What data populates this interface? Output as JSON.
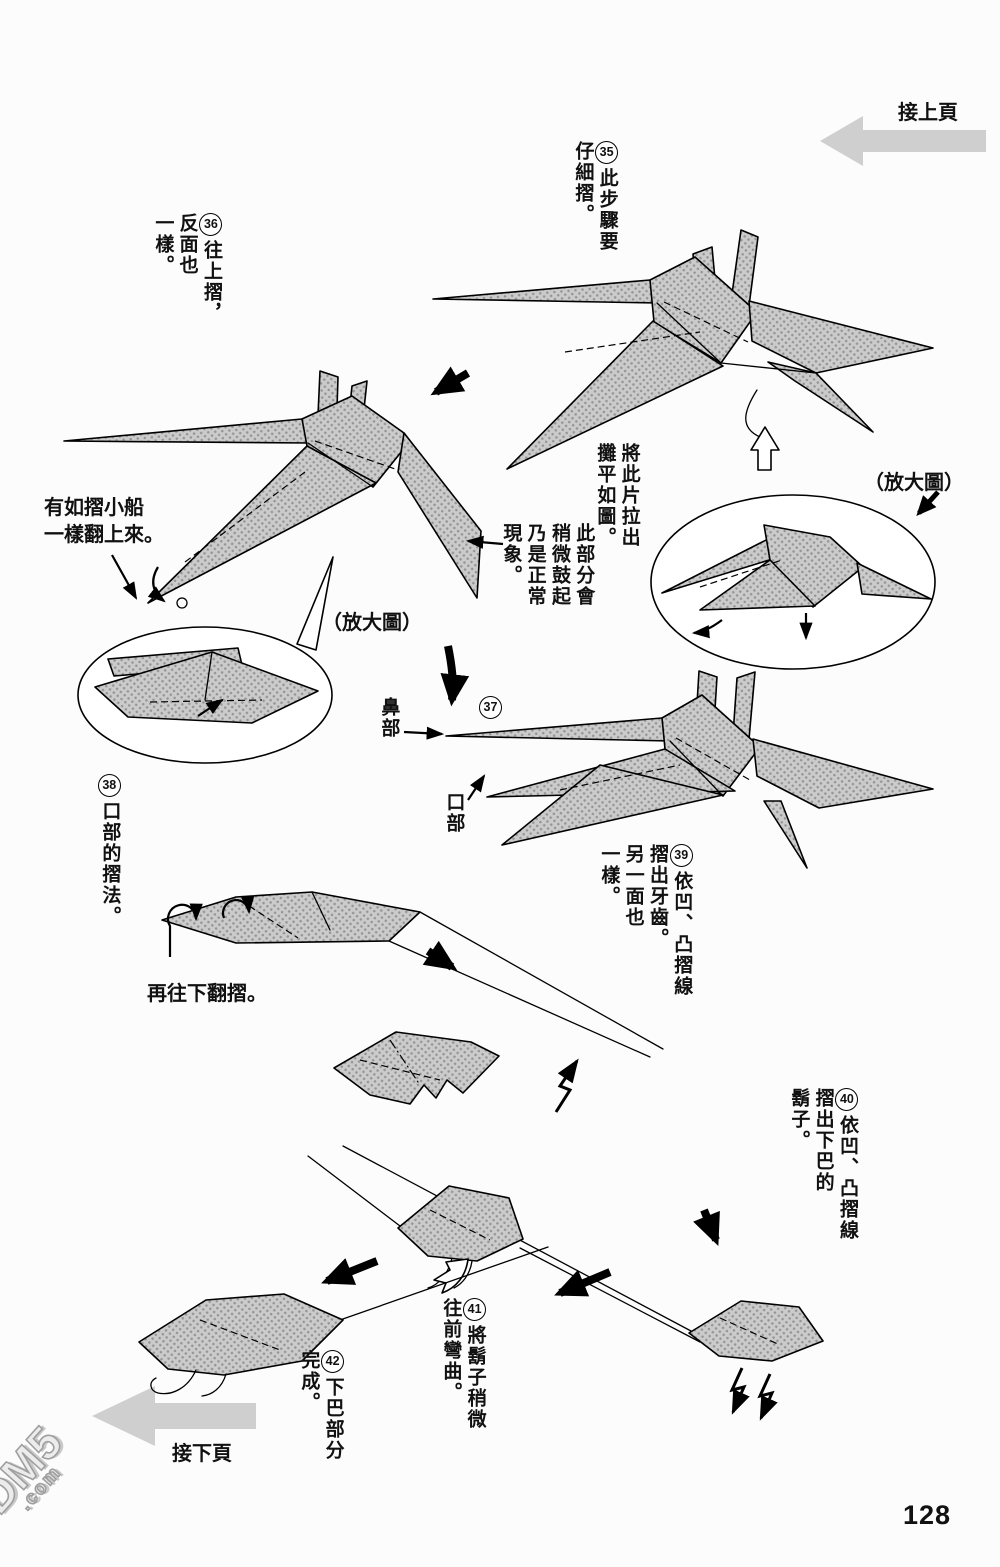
{
  "page": {
    "number": "128",
    "prev_label": "接上頁",
    "next_label": "接下頁",
    "watermark": "DM5",
    "watermark_suffix": ".com"
  },
  "steps": {
    "s35": {
      "num": "35",
      "text": "此步驟要\n仔細摺。"
    },
    "s36": {
      "num": "36",
      "text": "往上摺，\n反面也\n一樣。"
    },
    "s37": {
      "num": "37"
    },
    "s38": {
      "num": "38",
      "text": "口部的摺法。"
    },
    "s39": {
      "num": "39",
      "text": "依凹、凸摺線\n摺出牙齒。\n另一面也\n一樣。"
    },
    "s40": {
      "num": "40",
      "text": "依凹、凸摺線\n摺出下巴的\n鬍子。"
    },
    "s41": {
      "num": "41",
      "text": "將鬍子稍微\n往前彎曲。"
    },
    "s42": {
      "num": "42",
      "text": "下巴部分\n完成。"
    }
  },
  "notes": {
    "pull_out": "將此片拉出\n攤平如圖。",
    "boat": "有如摺小船\n一樣翻上來。",
    "bulge": "此部分會\n稍微鼓起\n乃是正常\n現象。",
    "fold_down": "再往下翻摺。",
    "enlarged_right": "（放大圖）",
    "enlarged_left": "（放大圖）",
    "nose": "鼻部",
    "mouth": "口部"
  }
}
